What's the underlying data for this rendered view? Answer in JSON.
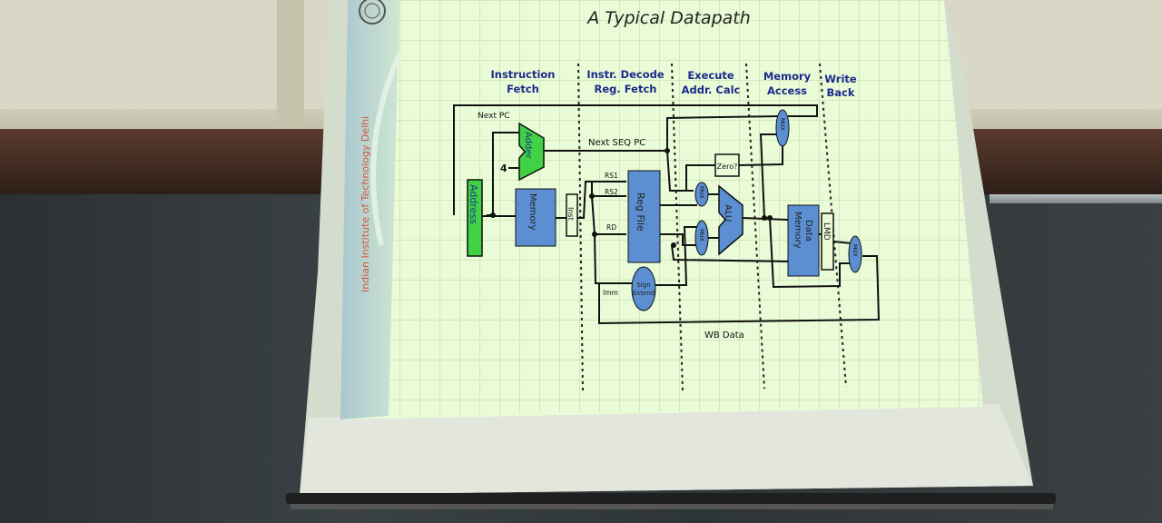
{
  "slide": {
    "title": "A Typical Datapath",
    "sidebar_text": "Indian Institute of Technology Delhi",
    "stages": [
      {
        "line1": "Instruction",
        "line2": "Fetch"
      },
      {
        "line1": "Instr. Decode",
        "line2": "Reg. Fetch"
      },
      {
        "line1": "Execute",
        "line2": "Addr. Calc"
      },
      {
        "line1": "Memory",
        "line2": "Access"
      },
      {
        "line1": "Write",
        "line2": "Back"
      }
    ],
    "labels": {
      "next_pc": "Next PC",
      "next_seq_pc": "Next SEQ PC",
      "four": "4",
      "adder": "Adder",
      "address": "Address",
      "memory": "Memory",
      "inst": "Inst",
      "rs1": "RS1",
      "rs2": "RS2",
      "rd": "RD",
      "reg_file": "Reg File",
      "imm": "Imm",
      "sign": "Sign",
      "extend": "Extend",
      "zero": "Zero?",
      "alu": "ALU",
      "mux": "MUX",
      "data": "Data",
      "data_memory": "Memory",
      "lmd": "LMD",
      "wb_data": "WB Data"
    }
  }
}
